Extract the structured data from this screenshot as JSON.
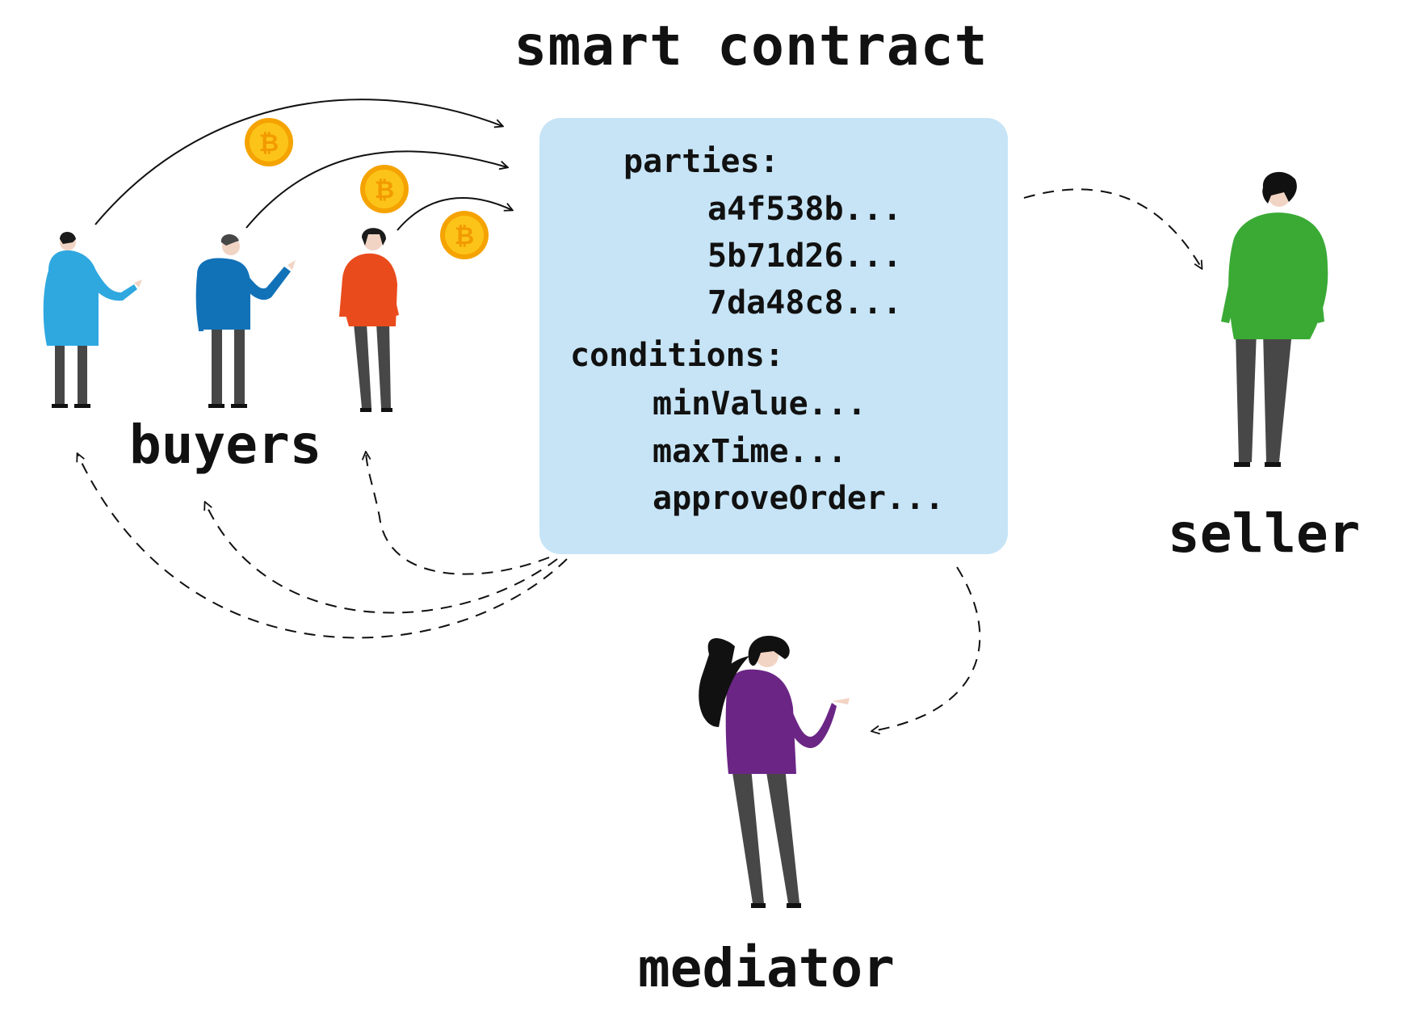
{
  "title": "smart contract",
  "contract": {
    "parties_label": "parties:",
    "parties": [
      "a4f538b...",
      "5b71d26...",
      "7da48c8..."
    ],
    "conditions_label": "conditions:",
    "conditions": [
      "minValue...",
      "maxTime...",
      "approveOrder..."
    ]
  },
  "roles": {
    "buyers": "buyers",
    "seller": "seller",
    "mediator": "mediator"
  },
  "icons": [
    "bitcoin-coin-icon",
    "person-icon"
  ],
  "colors": {
    "contract_box": "#c6e4f6",
    "buyer_1": "#2fa8e0",
    "buyer_2": "#1272b8",
    "buyer_3": "#ea4b1c",
    "seller": "#3aaa35",
    "mediator": "#6b2585",
    "coin": "#f9b208"
  }
}
